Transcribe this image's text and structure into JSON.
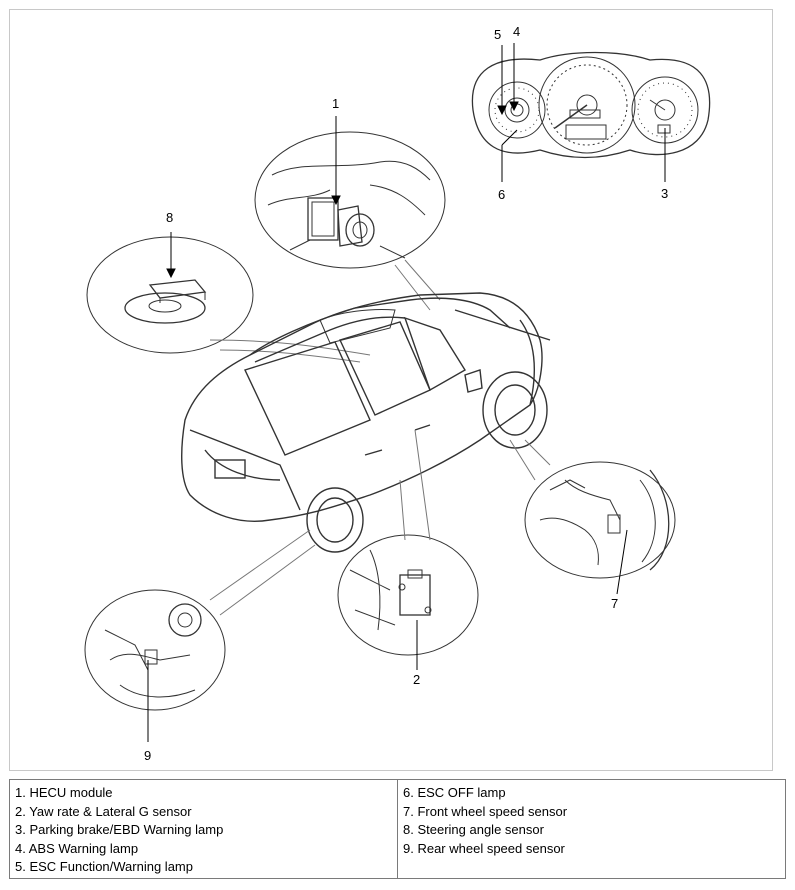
{
  "diagram": {
    "callouts": [
      "1",
      "2",
      "3",
      "4",
      "5",
      "6",
      "7",
      "8",
      "9"
    ]
  },
  "legend": {
    "left": [
      "1. HECU module",
      "2. Yaw rate & Lateral G sensor",
      "3. Parking brake/EBD Warning lamp",
      "4. ABS Warning lamp",
      "5. ESC Function/Warning lamp"
    ],
    "right": [
      "6. ESC OFF lamp",
      "7. Front wheel speed sensor",
      "8. Steering angle sensor",
      "9. Rear wheel speed sensor"
    ]
  },
  "colors": {
    "line": "#333333",
    "frame": "#c8c8c8",
    "border": "#7a7a7a"
  }
}
